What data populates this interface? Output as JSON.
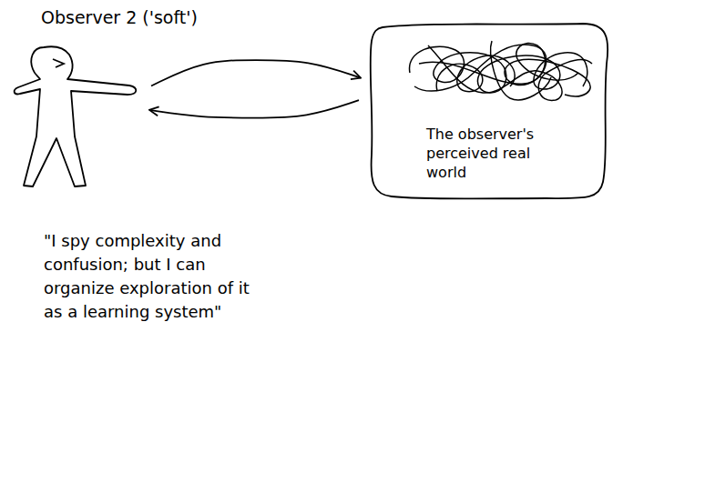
{
  "diagram": {
    "nodes": [
      {
        "text": [
          "Observer 2 ('soft')"
        ]
      },
      {
        "text": [
          "The observer's perceived real world"
        ]
      }
    ],
    "edges": [
      {
        "from": 0,
        "to": 1,
        "arrow": "to"
      },
      {
        "from": 1,
        "to": 0,
        "arrow": "to"
      }
    ],
    "labels": [
      "\"I spy complexity and confusion; but I can organize exploration of it as a learning system\""
    ]
  }
}
